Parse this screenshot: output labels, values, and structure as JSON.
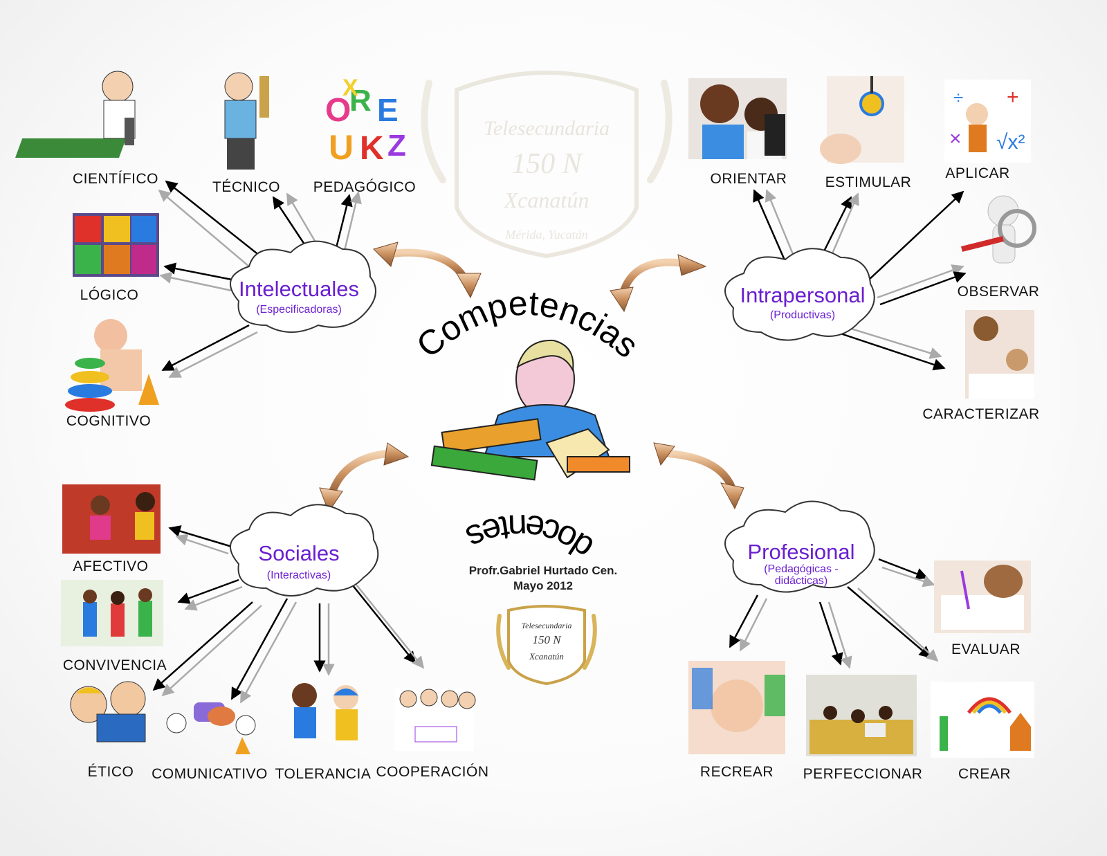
{
  "title": {
    "top": "Competencias",
    "bottom": "docentes"
  },
  "author": {
    "line1": "Profr.Gabriel Hurtado Cen.",
    "line2": "Mayo 2012"
  },
  "seal": {
    "line1": "Telesecundaria",
    "line2": "150 N",
    "line3": "Xcanatún",
    "line4": "Mérida, Yucatán"
  },
  "clouds": {
    "intelectuales": {
      "title": "Intelectuales",
      "subtitle": "(Especificadoras)"
    },
    "intrapersonal": {
      "title": "Intrapersonal",
      "subtitle": "(Productivas)"
    },
    "sociales": {
      "title": "Sociales",
      "subtitle": "(Interactivas)"
    },
    "profesional": {
      "title": "Profesional",
      "subtitle_line1": "(Pedagógicas -",
      "subtitle_line2": "didácticas)"
    }
  },
  "labels": {
    "cientifico": "CIENTÍFICO",
    "tecnico": "TÉCNICO",
    "pedagogico": "PEDAGÓGICO",
    "logico": "LÓGICO",
    "cognitivo": "COGNITIVO",
    "orientar": "ORIENTAR",
    "estimular": "ESTIMULAR",
    "aplicar": "APLICAR",
    "observar": "OBSERVAR",
    "caracterizar": "CARACTERIZAR",
    "afectivo": "AFECTIVO",
    "convivencia": "CONVIVENCIA",
    "etico": "ÉTICO",
    "comunicativo": "COMUNICATIVO",
    "tolerancia": "TOLERANCIA",
    "cooperacion": "COOPERACIÓN",
    "evaluar": "EVALUAR",
    "recrear": "RECREAR",
    "perfeccionar": "PERFECCIONAR",
    "crear": "CREAR"
  },
  "colors": {
    "cloud_text": "#6a1fd0",
    "arrow": "#000000",
    "arrow_shadow": "#b0b0b0",
    "curved_arrow": "#c99a6c"
  }
}
